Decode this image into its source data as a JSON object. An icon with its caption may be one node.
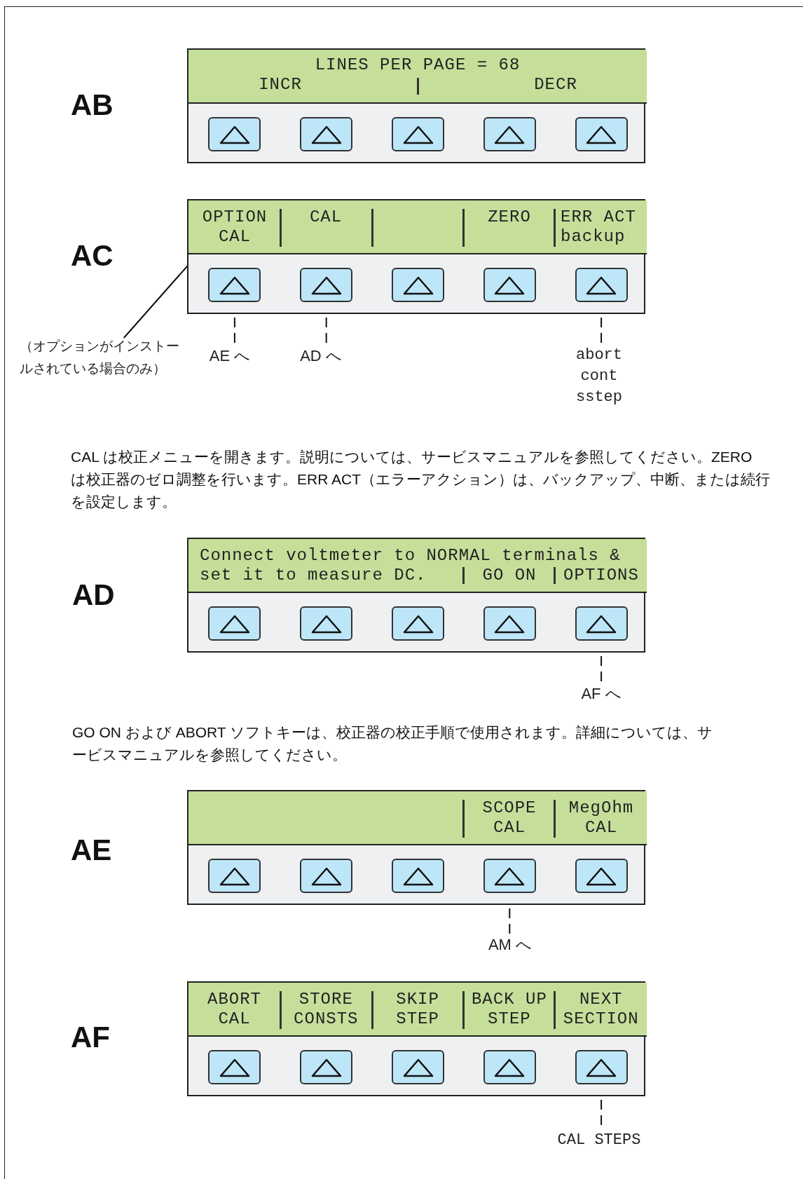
{
  "diagram": {
    "nodes": [
      {
        "text": [],
        "shape": "box"
      },
      {
        "text": [],
        "shape": "box",
        "in": 0
      },
      {
        "text": [
          "LINES PER PAGE = 68"
        ],
        "in": 1
      },
      {
        "text": [
          "INCR"
        ],
        "in": 1
      },
      {
        "text": [
          "DECR"
        ],
        "in": 1
      },
      {
        "text": [],
        "shape": "button",
        "in": 0
      },
      {
        "text": [],
        "shape": "button",
        "in": 0
      },
      {
        "text": [],
        "shape": "button",
        "in": 0
      },
      {
        "text": [],
        "shape": "button",
        "in": 0
      },
      {
        "text": [],
        "shape": "button",
        "in": 0
      },
      {
        "text": [],
        "shape": "box"
      },
      {
        "text": [],
        "shape": "box",
        "in": 10
      },
      {
        "text": [
          "OPTION CAL"
        ],
        "in": 11
      },
      {
        "text": [
          "CAL"
        ],
        "in": 11
      },
      {
        "text": [
          "ZERO"
        ],
        "in": 11
      },
      {
        "text": [
          "ERR ACT backup"
        ],
        "in": 11
      },
      {
        "text": [],
        "shape": "button",
        "in": 10
      },
      {
        "text": [],
        "shape": "button",
        "in": 10
      },
      {
        "text": [],
        "shape": "button",
        "in": 10
      },
      {
        "text": [],
        "shape": "button",
        "in": 10
      },
      {
        "text": [],
        "shape": "button",
        "in": 10
      },
      {
        "text": [
          "（オプションがインストールされている場合のみ）"
        ]
      },
      {
        "text": [
          "AE へ"
        ]
      },
      {
        "text": [
          "AD へ"
        ]
      },
      {
        "text": [
          "abort cont sstep"
        ]
      },
      {
        "text": [],
        "shape": "box"
      },
      {
        "text": [],
        "shape": "box",
        "in": 25
      },
      {
        "text": [
          "Connect voltmeter to NORMAL terminals & set it to measure DC."
        ],
        "in": 26
      },
      {
        "text": [
          "GO ON"
        ],
        "in": 26
      },
      {
        "text": [
          "OPTIONS"
        ],
        "in": 26
      },
      {
        "text": [],
        "shape": "button",
        "in": 25
      },
      {
        "text": [],
        "shape": "button",
        "in": 25
      },
      {
        "text": [],
        "shape": "button",
        "in": 25
      },
      {
        "text": [],
        "shape": "button",
        "in": 25
      },
      {
        "text": [],
        "shape": "button",
        "in": 25
      },
      {
        "text": [
          "AF へ"
        ]
      },
      {
        "text": [],
        "shape": "box"
      },
      {
        "text": [],
        "shape": "box",
        "in": 36
      },
      {
        "text": [
          "SCOPE CAL"
        ],
        "in": 37
      },
      {
        "text": [
          "MegOhm CAL"
        ],
        "in": 37
      },
      {
        "text": [],
        "shape": "button",
        "in": 36
      },
      {
        "text": [],
        "shape": "button",
        "in": 36
      },
      {
        "text": [],
        "shape": "button",
        "in": 36
      },
      {
        "text": [],
        "shape": "button",
        "in": 36
      },
      {
        "text": [],
        "shape": "button",
        "in": 36
      },
      {
        "text": [
          "AM へ"
        ]
      },
      {
        "text": [],
        "shape": "box"
      },
      {
        "text": [],
        "shape": "box",
        "in": 46
      },
      {
        "text": [
          "ABORT CAL"
        ],
        "in": 47
      },
      {
        "text": [
          "STORE CONSTS"
        ],
        "in": 47
      },
      {
        "text": [
          "SKIP STEP"
        ],
        "in": 47
      },
      {
        "text": [
          "BACK UP STEP"
        ],
        "in": 47
      },
      {
        "text": [
          "NEXT SECTION"
        ],
        "in": 47
      },
      {
        "text": [],
        "shape": "button",
        "in": 46
      },
      {
        "text": [],
        "shape": "button",
        "in": 46
      },
      {
        "text": [],
        "shape": "button",
        "in": 46
      },
      {
        "text": [],
        "shape": "button",
        "in": 46
      },
      {
        "text": [],
        "shape": "button",
        "in": 46
      },
      {
        "text": [
          "CAL STEPS"
        ]
      }
    ],
    "edges": [
      {
        "from": 21,
        "to": 12,
        "arrow": "to"
      },
      {
        "from": 16,
        "to": 22,
        "arrow": "none",
        "style": "dashed"
      },
      {
        "from": 17,
        "to": 23,
        "arrow": "none",
        "style": "dashed"
      },
      {
        "from": 20,
        "to": 24,
        "arrow": "none",
        "style": "dashed"
      },
      {
        "from": 34,
        "to": 35,
        "arrow": "none",
        "style": "dashed"
      },
      {
        "from": 43,
        "to": 45,
        "arrow": "none",
        "style": "dashed"
      },
      {
        "from": 57,
        "to": 58,
        "arrow": "none",
        "style": "dashed"
      }
    ],
    "labels": [
      "AB",
      "AC",
      "CAL は校正メニューを開きます。説明については、サービスマニュアルを参照してください。ZERO は校正器のゼロ調整を行います。ERR ACT（エラーアクション）は、バックアップ、中断、または続行を設定します。",
      "AD",
      "GO ON および ABORT ソフトキーは、校正器の校正手順で使用されます。詳細については、サービスマニュアルを参照してください。",
      "AE",
      "AF"
    ]
  }
}
